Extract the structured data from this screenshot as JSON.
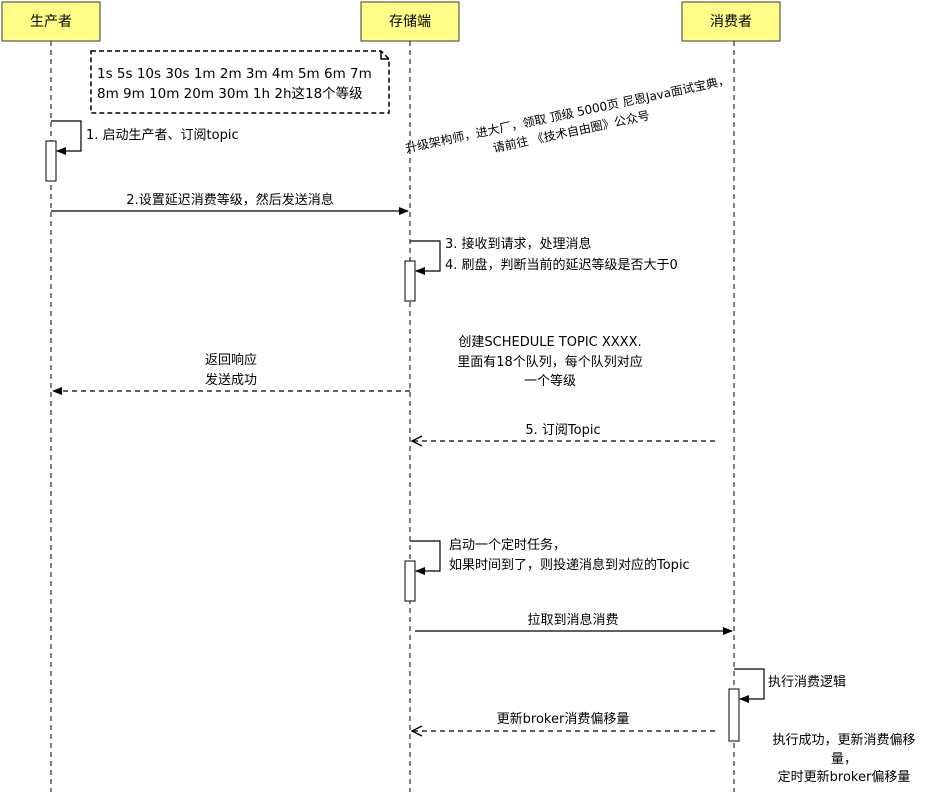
{
  "participants": {
    "producer": "生产者",
    "storage": "存储端",
    "consumer": "消费者"
  },
  "note": {
    "line1": "1s 5s 10s 30s 1m 2m 3m 4m 5m 6m 7m",
    "line2": "8m 9m 10m 20m 30m 1h 2h这18个等级"
  },
  "watermark": {
    "line1": "升级架构师，进大厂，领取 顶级  5000页 尼恩Java面试宝典，",
    "line2": "请前往 《技术自由圈》公众号"
  },
  "steps": {
    "s1": "1. 启动生产者、订阅topic",
    "s2": "2.设置延迟消费等级，然后发送消息",
    "s3": "3. 接收到请求，处理消息",
    "s4": "4. 刷盘，判断当前的延迟等级是否大于0",
    "create1": "创建SCHEDULE TOPIC XXXX.",
    "create2": "里面有18个队列，每个队列对应",
    "create3": "一个等级",
    "return1": "返回响应",
    "return2": "发送成功",
    "s5": "5. 订阅Topic",
    "timer1": "启动一个定时任务，",
    "timer2": "如果时间到了，则投递消息到对应的Topic",
    "pull": "拉取到消息消费",
    "exec": "执行消费逻辑",
    "update": "更新broker消费偏移量",
    "success1": "执行成功，更新消费偏移",
    "success2": "量，",
    "success3": "定时更新broker偏移量"
  },
  "colors": {
    "participant_fill": "#FFFF88",
    "participant_stroke": "#36393D",
    "line": "#000000"
  }
}
